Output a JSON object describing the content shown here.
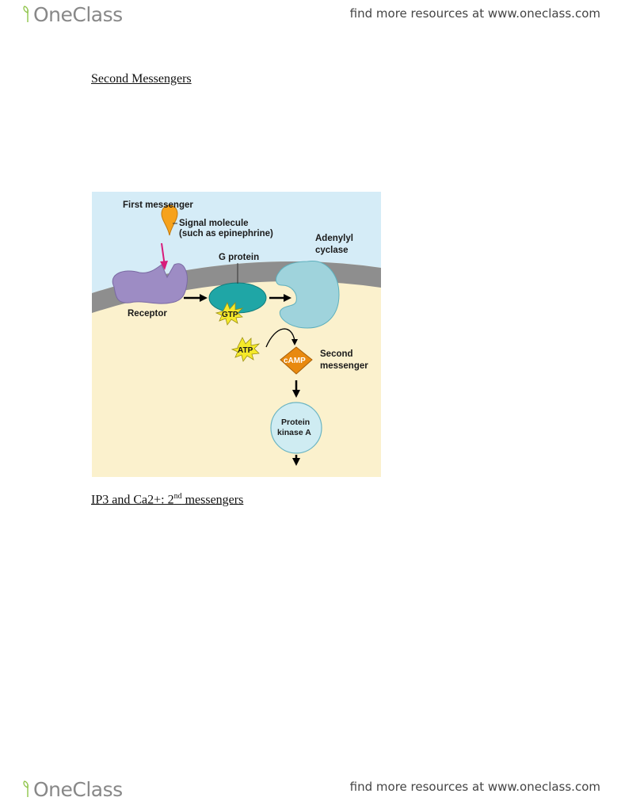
{
  "header": {
    "brand": "OneClass",
    "tagline": "find more resources at www.oneclass.com"
  },
  "footer": {
    "brand": "OneClass",
    "tagline": "find more resources at www.oneclass.com"
  },
  "headings": {
    "first": "Second Messengers",
    "second_prefix": "IP3 and Ca2+: 2",
    "second_sup": "nd",
    "second_suffix": " messengers"
  },
  "figure": {
    "first_messenger": "First messenger",
    "signal_molecule_line1": "Signal molecule",
    "signal_molecule_line2": "(such as epinephrine)",
    "g_protein": "G protein",
    "adenylyl_line1": "Adenylyl",
    "adenylyl_line2": "cyclase",
    "receptor": "Receptor",
    "gtp": "GTP",
    "atp": "ATP",
    "camp": "cAMP",
    "second_messenger_line1": "Second",
    "second_messenger_line2": "messenger",
    "protein_kinase_line1": "Protein",
    "protein_kinase_line2": "kinase A",
    "colors": {
      "extracellular": "#d5ecf7",
      "membrane": "#8e8e8e",
      "cytoplasm": "#fbf1cd",
      "receptor": "#9d8cc4",
      "g_protein": "#1fa6a6",
      "adenylyl_cyclase": "#9fd3dc",
      "signal_molecule": "#f6a21c",
      "camp": "#e8890f",
      "burst": "#f5e92a",
      "pink_arrow": "#d81b7a"
    }
  }
}
